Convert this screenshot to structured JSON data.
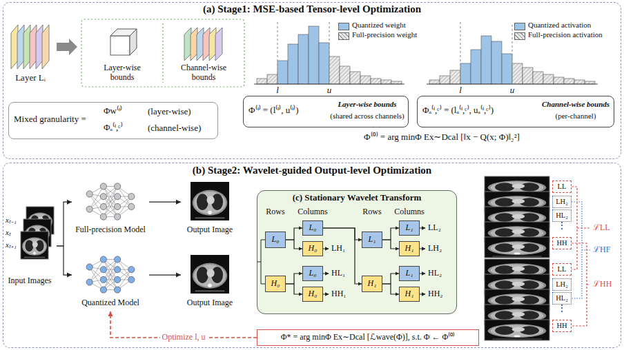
{
  "diagram": {
    "nodes": [
      {
        "text": [
          "(a) Stage1: MSE-based Tensor-level Optimization"
        ]
      },
      {
        "text": [
          "Mixed granularity =",
          "Φw⁽ⁱ⁾",
          "(layer-wise)",
          "Φₐ⁽ⁱ,ᶜ⁾",
          "(channel-wise)"
        ],
        "in": 0
      },
      {
        "text": [
          "Φ⁽ⁱ⁾ = (l⁽ⁱ⁾, u⁽ⁱ⁾)",
          "Layer-wise bounds",
          "(shared across channels)"
        ],
        "in": 0
      },
      {
        "text": [
          "Φₐ⁽ⁱ,ᶜ⁾ = (lₐ⁽ⁱ,ᶜ⁾, uₐ⁽ⁱ,ᶜ⁾)",
          "Channel-wise bounds",
          "(per-channel)"
        ],
        "in": 0
      },
      {
        "text": [
          "(b) Stage2: Wavelet-guided Output-level Optimization"
        ]
      },
      {
        "text": [
          "xₜ₋₁",
          "xₜ",
          "xₜ₊₁",
          "Input Images"
        ],
        "in": 4
      },
      {
        "text": [
          "Full-precision Model"
        ],
        "in": 4
      },
      {
        "text": [
          "Quantized Model"
        ],
        "in": 4
      },
      {
        "text": [
          "Output Image"
        ],
        "in": 4
      },
      {
        "text": [
          "Output Image"
        ],
        "in": 4
      },
      {
        "text": [
          "(c) Stationary Wavelet Transform",
          "Rows",
          "Columns",
          "Rows",
          "Columns",
          "LH₁",
          "HL₁",
          "HH₁",
          "LL₂",
          "LH₂",
          "HL₂",
          "HH₂"
        ],
        "in": 4
      },
      {
        "text": [
          "L₀"
        ],
        "in": 10
      },
      {
        "text": [
          "H₀"
        ],
        "in": 10
      },
      {
        "text": [
          "L₀"
        ],
        "in": 10
      },
      {
        "text": [
          "H₀"
        ],
        "in": 10
      },
      {
        "text": [
          "L₀"
        ],
        "in": 10
      },
      {
        "text": [
          "H₀"
        ],
        "in": 10
      },
      {
        "text": [
          "L₁"
        ],
        "in": 10
      },
      {
        "text": [
          "H₁"
        ],
        "in": 10
      },
      {
        "text": [
          "L₁"
        ],
        "in": 10
      },
      {
        "text": [
          "H₁"
        ],
        "in": 10
      },
      {
        "text": [
          "L₁"
        ],
        "in": 10
      },
      {
        "text": [
          "H₁"
        ],
        "in": 10
      },
      {
        "text": [
          "Φ* = arg minΦ Ex∼Dcal [ℒwave(Φ)], s.t. Φ ← Φ⁽⁰⁾"
        ],
        "in": 4
      },
      {
        "text": [
          "LL"
        ],
        "in": 4
      },
      {
        "text": [
          "LH₂"
        ],
        "in": 4
      },
      {
        "text": [
          "HL₂"
        ],
        "in": 4
      },
      {
        "text": [
          "HH"
        ],
        "in": 4
      },
      {
        "text": [
          "LL"
        ],
        "in": 4
      },
      {
        "text": [
          "LH₂"
        ],
        "in": 4
      },
      {
        "text": [
          "HL₂"
        ],
        "in": 4
      },
      {
        "text": [
          "HH"
        ],
        "in": 4
      }
    ],
    "edges": [
      {
        "from": 5,
        "to": 6,
        "arrow": "to"
      },
      {
        "from": 5,
        "to": 7,
        "arrow": "to"
      },
      {
        "from": 6,
        "to": 8,
        "arrow": "to"
      },
      {
        "from": 7,
        "to": 9,
        "arrow": "to"
      },
      {
        "from": 11,
        "to": 13,
        "arrow": "to"
      },
      {
        "from": 11,
        "to": 14,
        "arrow": "to"
      },
      {
        "from": 12,
        "to": 15,
        "arrow": "to"
      },
      {
        "from": 12,
        "to": 16,
        "arrow": "to"
      },
      {
        "from": 13,
        "to": 17,
        "arrow": "to"
      },
      {
        "from": 13,
        "to": 18,
        "arrow": "to"
      },
      {
        "from": 17,
        "to": 19,
        "arrow": "to"
      },
      {
        "from": 17,
        "to": 20,
        "arrow": "to"
      },
      {
        "from": 18,
        "to": 21,
        "arrow": "to"
      },
      {
        "from": 18,
        "to": 22,
        "arrow": "to"
      },
      {
        "from": 23,
        "to": 7,
        "label": "Optimize l, u",
        "arrow": "to"
      }
    ],
    "labels": [
      "Layer Lᵢ",
      "Layer-wise bounds",
      "Channel-wise bounds",
      "l",
      "u",
      "l",
      "u",
      "Φ⁽⁰⁾ = arg minΦ Ex∼Dcal [‖x − Q(x; Φ)‖₂²]",
      "⋮",
      "⋮",
      "ℒLL",
      "ℒHF",
      "ℒHH"
    ],
    "legend": [
      {
        "text": "Quantized weight",
        "color": "#9dc3e6"
      },
      {
        "text": "Full-precision weight"
      },
      {
        "text": "Quantized activation",
        "color": "#9dc3e6"
      },
      {
        "text": "Full-precision activation"
      }
    ]
  }
}
